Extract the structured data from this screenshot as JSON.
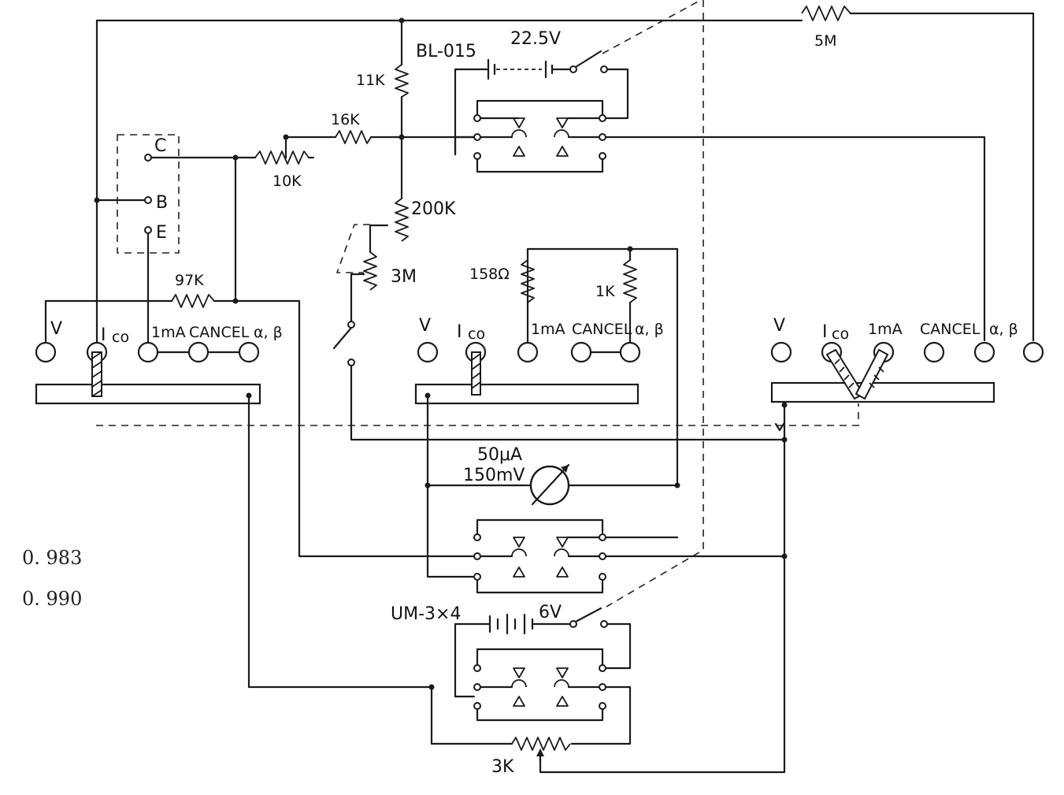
{
  "components": {
    "battery_bl": "BL-015",
    "battery_bl_voltage": "22.5V",
    "resistor_11k": "11K",
    "resistor_16k": "16K",
    "resistor_10k": "10K",
    "resistor_200k": "200K",
    "resistor_3m": "3M",
    "resistor_97k": "97K",
    "resistor_5m": "5M",
    "resistor_158": "158Ω",
    "resistor_1k": "1K",
    "meter_current": "50μA",
    "meter_voltage": "150mV",
    "battery_um": "UM-3×4",
    "battery_um_voltage": "6V",
    "resistor_3k": "3K"
  },
  "terminals": {
    "c": "C",
    "b": "B",
    "e": "E"
  },
  "switch_labels": {
    "v": "V",
    "ico_i": "I",
    "ico_sub": "co",
    "ma": "1mA",
    "cancel": "CANCEL",
    "ab_left": "α, β",
    "ab_mid": "α, β",
    "ab_right": "α, β"
  },
  "side_values": [
    "0. 983",
    "0. 990"
  ]
}
